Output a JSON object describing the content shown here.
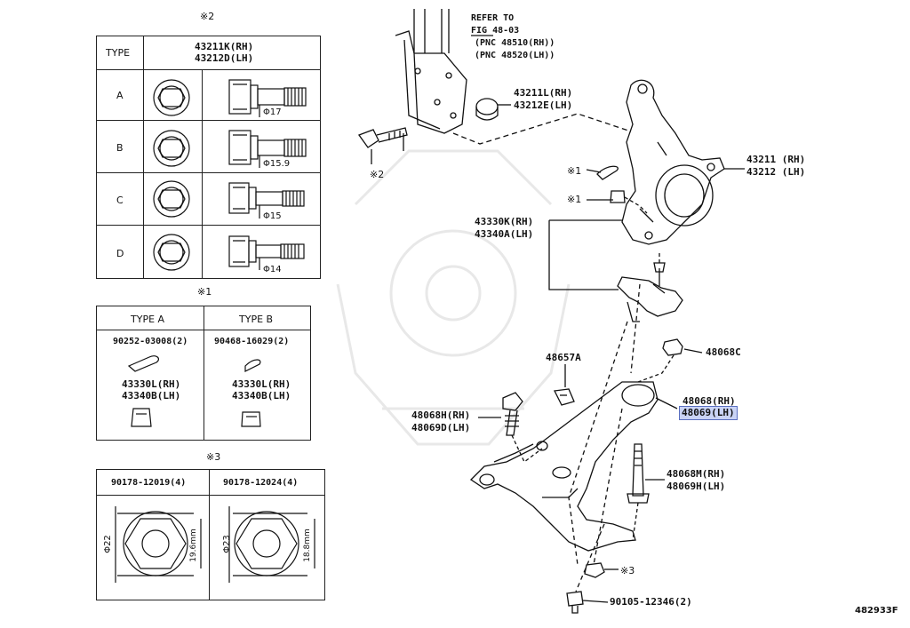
{
  "table_bolts": {
    "mark": "※2",
    "col_type": "TYPE",
    "col_part_rh": "43211K(RH)",
    "col_part_lh": "43212D(LH)",
    "rows": [
      {
        "type": "A",
        "dia": "Φ17"
      },
      {
        "type": "B",
        "dia": "Φ15.9"
      },
      {
        "type": "C",
        "dia": "Φ15"
      },
      {
        "type": "D",
        "dia": "Φ14"
      }
    ]
  },
  "table_pins": {
    "mark": "※1",
    "type_a": {
      "header": "TYPE A",
      "pin_part": "90252-03008(2)",
      "joint_rh": "43330L(RH)",
      "joint_lh": "43340B(LH)"
    },
    "type_b": {
      "header": "TYPE B",
      "pin_part": "90468-16029(2)",
      "joint_rh": "43330L(RH)",
      "joint_lh": "43340B(LH)"
    }
  },
  "table_nuts": {
    "mark": "※3",
    "left": {
      "part": "90178-12019(4)",
      "dia": "Φ22",
      "height": "19.6mm"
    },
    "right": {
      "part": "90178-12024(4)",
      "dia": "Φ23",
      "height": "18.8mm"
    }
  },
  "callouts": {
    "refer": [
      "REFER TO",
      "FIG 48-03",
      "(PNC 48510(RH))",
      "(PNC 48520(LH))"
    ],
    "bushing": [
      "43211L(RH)",
      "43212E(LH)"
    ],
    "bolt_mark": "※2",
    "knuckle": [
      "43211 (RH)",
      "43212 (LH)"
    ],
    "pin_mark_1": "※1",
    "pin_mark_2": "※1",
    "ball_joint": [
      "43330K(RH)",
      "43340A(LH)"
    ],
    "stabilizer": "48657A",
    "nut_c": "48068C",
    "arm_rh": "48068(RH)",
    "arm_lh": "48069(LH)",
    "front_bolt": [
      "48068H(RH)",
      "48069D(LH)"
    ],
    "rear_bolt": [
      "48068M(RH)",
      "48069H(LH)"
    ],
    "nut_mark": "※3",
    "bottom_bolt": "90105-12346(2)"
  },
  "figure_code": "482933F"
}
